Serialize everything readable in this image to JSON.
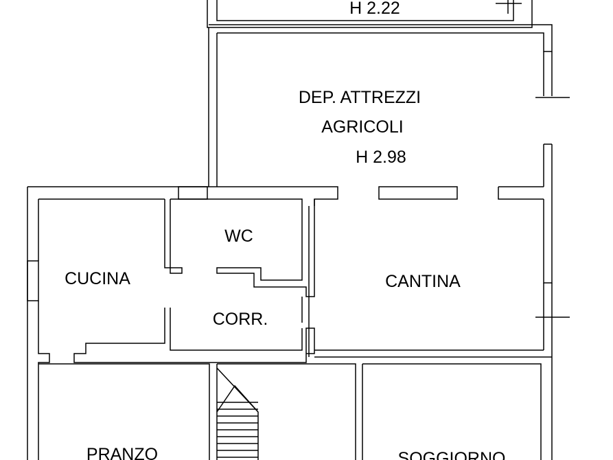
{
  "plan": {
    "colors": {
      "line": "#000000",
      "background": "#ffffff"
    },
    "rooms": [
      {
        "id": "top-room",
        "lines": [
          "H 2.22"
        ]
      },
      {
        "id": "deposito",
        "lines": [
          "DEP. ATTREZZI",
          "AGRICOLI",
          "H 2.98"
        ]
      },
      {
        "id": "wc",
        "lines": [
          "WC"
        ]
      },
      {
        "id": "cucina",
        "lines": [
          "CUCINA"
        ]
      },
      {
        "id": "cantina",
        "lines": [
          "CANTINA"
        ]
      },
      {
        "id": "corridoio",
        "lines": [
          "CORR."
        ]
      },
      {
        "id": "pranzo",
        "lines": [
          "PRANZO"
        ]
      },
      {
        "id": "soggiorno",
        "lines": [
          "SOGGIORNO"
        ]
      }
    ]
  }
}
